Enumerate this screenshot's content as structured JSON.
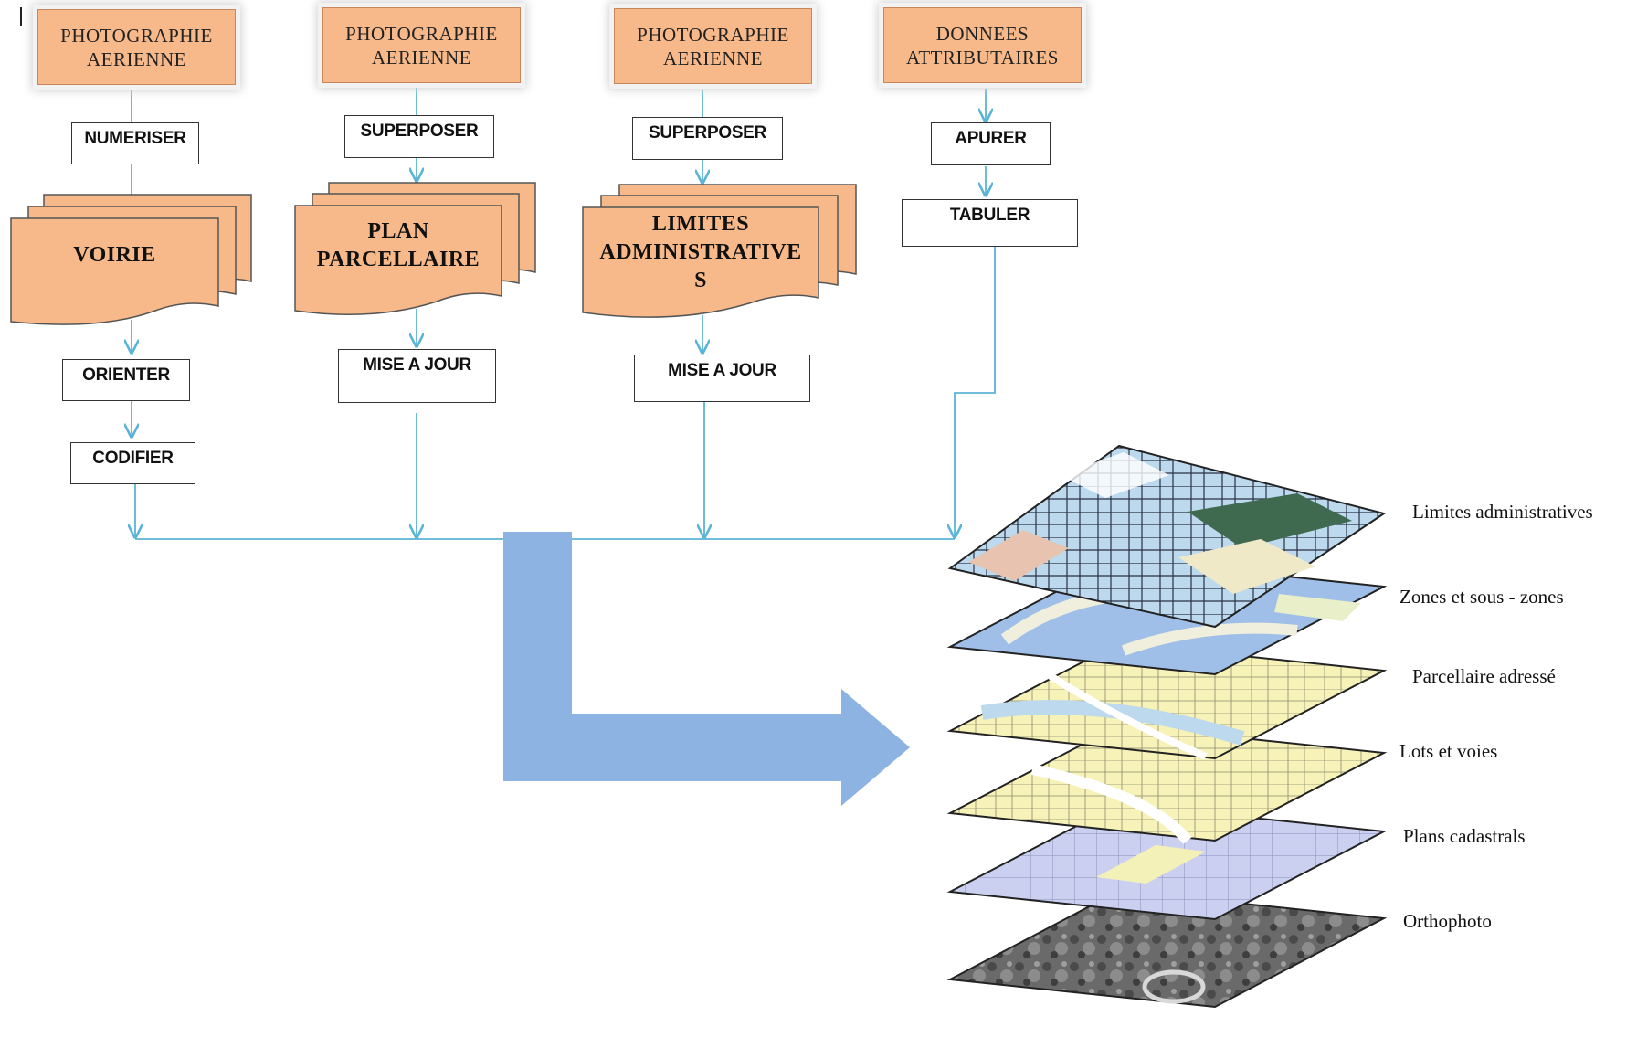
{
  "columns": [
    {
      "source": [
        "PHOTOGRAPHIE",
        "AERIENNE"
      ],
      "step1": "NUMERISER",
      "document": [
        "VOIRIE"
      ],
      "step2": "ORIENTER",
      "step3": "CODIFIER"
    },
    {
      "source": [
        "PHOTOGRAPHIE",
        "AERIENNE"
      ],
      "step1": "SUPERPOSER",
      "document": [
        "PLAN",
        "PARCELLAIRE"
      ],
      "step2": "MISE A JOUR"
    },
    {
      "source": [
        "PHOTOGRAPHIE",
        "AERIENNE"
      ],
      "step1": "SUPERPOSER",
      "document": [
        "LIMITES",
        "ADMINISTRATIVE",
        "S"
      ],
      "step2": "MISE A JOUR"
    },
    {
      "source": [
        "DONNEES",
        "ATTRIBUTAIRES"
      ],
      "step1": "APURER",
      "step2": "TABULER"
    }
  ],
  "layers": [
    "Limites administratives",
    "Zones et sous - zones",
    "Parcellaire adressé",
    "Lots et voies",
    "Plans cadastrals",
    "Orthophoto"
  ],
  "colors": {
    "source_fill": "#f7b98a",
    "document_fill": "#f7b98a",
    "connector": "#5ab4d6",
    "big_arrow": "#8db3e2"
  }
}
